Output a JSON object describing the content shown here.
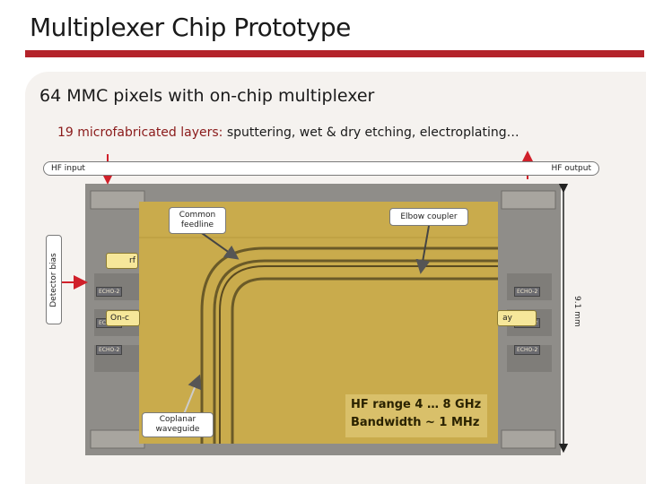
{
  "slide": {
    "title": "Multiplexer Chip Prototype",
    "subtitle": "64 MMC pixels with on-chip multiplexer",
    "layers_highlight": "19 microfabricated layers:",
    "layers_rest": " sputtering, wet & dry etching, electroplating…"
  },
  "callouts": {
    "hf_input": "HF input",
    "hf_output": "HF output",
    "detector_bias": "Detector bias",
    "dimension": "9.1 mm",
    "common_feedline_1": "Common",
    "common_feedline_2": "feedline",
    "elbow_coupler": "Elbow coupler",
    "rf_partial": "rf",
    "on_chip_partial": "On-c",
    "array_partial": "ay",
    "coplanar_1": "Coplanar",
    "coplanar_2": "waveguide"
  },
  "hf_info": {
    "line1": "HF range 4 … 8 GHz",
    "line2": "Bandwidth ~ 1 MHz"
  },
  "chip_tags": [
    "ECHO-2",
    "ECHO-2",
    "ECHO-2",
    "ECHO-2",
    "ECHO-2",
    "ECHO-2"
  ],
  "colors": {
    "accent_red": "#b4232a",
    "highlight_text": "#8a1a1a",
    "chip_gold": "#c7a948",
    "arrow_red": "#d0202a"
  }
}
